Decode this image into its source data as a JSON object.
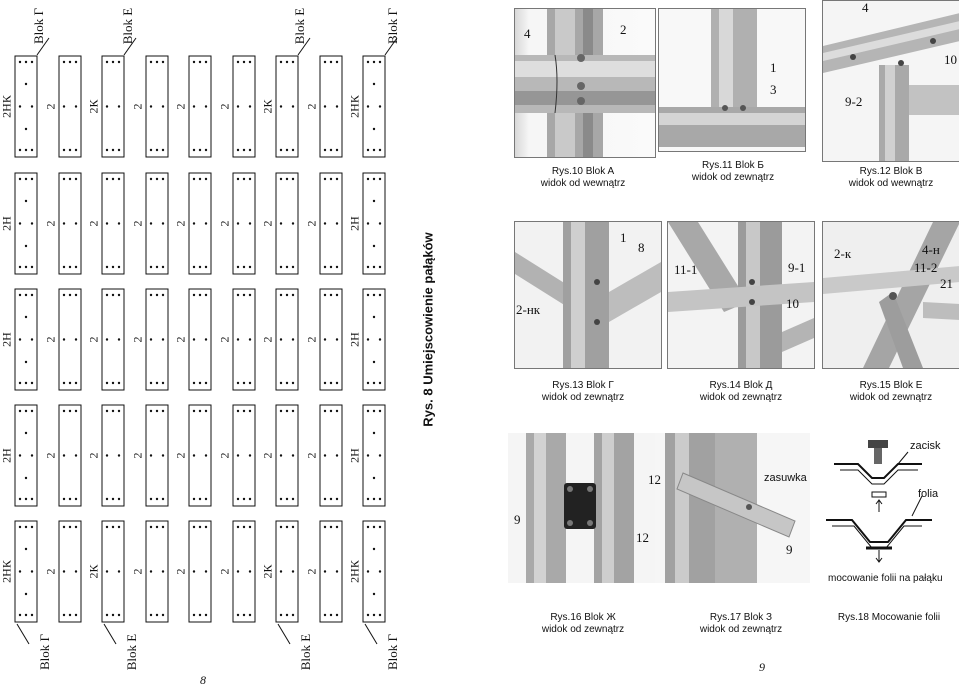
{
  "left_page": {
    "page_number": "8",
    "title": "Rys. 8 Umiejscowienie pałąków",
    "top_blocks": [
      "Blok Г",
      "Blok E",
      "Blok E",
      "Blok Г"
    ],
    "bottom_blocks": [
      "Blok Г",
      "Blok E",
      "Blok E",
      "Blok Г"
    ],
    "rows": [
      [
        "2НК",
        "2",
        "2К",
        "2",
        "2",
        "2",
        "2К",
        "2",
        "2НК"
      ],
      [
        "2Н",
        "2",
        "2",
        "2",
        "2",
        "2",
        "2",
        "2",
        "2Н"
      ],
      [
        "2Н",
        "2",
        "2",
        "2",
        "2",
        "2",
        "2",
        "2",
        "2Н"
      ],
      [
        "2Н",
        "2",
        "2",
        "2",
        "2",
        "2",
        "2",
        "2",
        "2Н"
      ],
      [
        "2НК",
        "2",
        "2К",
        "2",
        "2",
        "2",
        "2К",
        "2",
        "2НК"
      ]
    ]
  },
  "right_page": {
    "page_number": "9",
    "figures": [
      {
        "caption1": "Rys.10 Blok A",
        "caption2": "widok od wewnątrz",
        "labels": [
          "4",
          "2"
        ]
      },
      {
        "caption1": "Rys.11 Blok Б",
        "caption2": "widok od zewnątrz",
        "labels": [
          "1",
          "3"
        ]
      },
      {
        "caption1": "Rys.12 Blok B",
        "caption2": "widok od wewnątrz",
        "labels": [
          "4",
          "10",
          "9-2"
        ]
      },
      {
        "caption1": "Rys.13 Blok Г",
        "caption2": "widok od zewnątrz",
        "labels": [
          "1",
          "8",
          "2-нк"
        ]
      },
      {
        "caption1": "Rys.14 Blok Д",
        "caption2": "widok od zewnątrz",
        "labels": [
          "11-1",
          "9-1",
          "10"
        ]
      },
      {
        "caption1": "Rys.15 Blok E",
        "caption2": "widok od zewnątrz",
        "labels": [
          "2-к",
          "4-н",
          "11-2",
          "21"
        ]
      },
      {
        "caption1": "Rys.16 Blok Ж",
        "caption2": "widok od zewnątrz",
        "labels": [
          "9",
          "12"
        ]
      },
      {
        "caption1": "Rys.17 Blok З",
        "caption2": "widok od zewnątrz",
        "labels": [
          "12",
          "zasuwka",
          "9"
        ]
      },
      {
        "caption1": "Rys.18 Mocowanie folii",
        "caption2": "",
        "labels": [
          "zacisk",
          "folia",
          "mocowanie folii na pałąku"
        ]
      }
    ]
  }
}
